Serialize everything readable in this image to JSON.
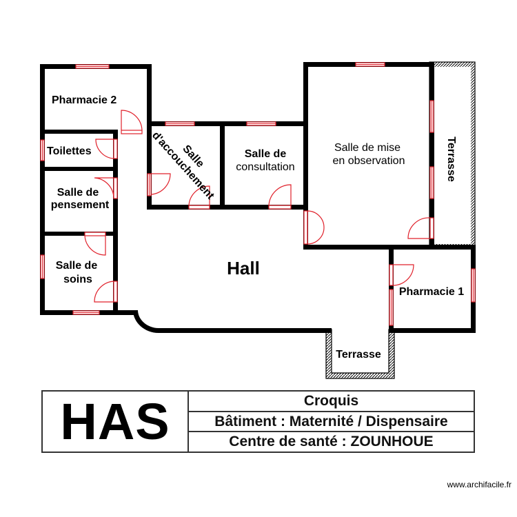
{
  "rooms": {
    "pharmacie2": "Pharmacie 2",
    "toilettes": "Toilettes",
    "pansement_line1": "Salle de",
    "pansement_line2": "pensement",
    "soins_line1": "Salle de",
    "soins_line2": "soins",
    "accouchement_line1": "Salle",
    "accouchement_line2": "d'accouchement",
    "consultation_line1": "Salle de",
    "consultation_line2": "consultation",
    "observation_line1": "Salle de mise",
    "observation_line2": "en observation",
    "terrasse_east": "Terrasse",
    "pharmacie1": "Pharmacie 1",
    "terrasse_south": "Terrasse",
    "hall": "Hall"
  },
  "title_block": {
    "logo": "HAS",
    "line1": "Croquis",
    "line2": "Bâtiment : Maternité / Dispensaire",
    "line3": "Centre de santé : ZOUNHOUE"
  },
  "watermark": "www.archifacile.fr",
  "colors": {
    "wall": "#000000",
    "opening": "#e0202a"
  }
}
